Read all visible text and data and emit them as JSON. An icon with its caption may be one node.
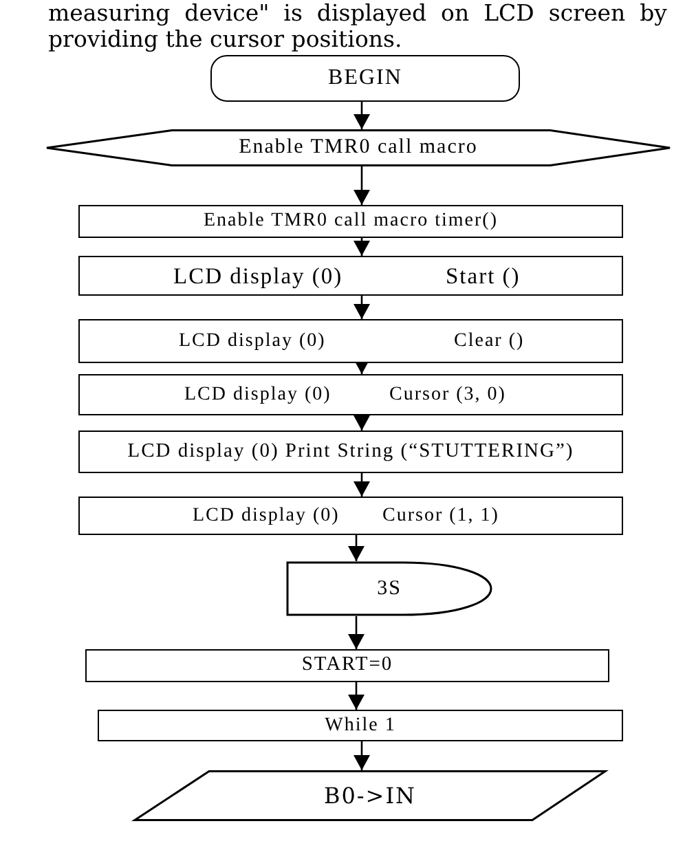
{
  "diagram": {
    "nodes": [
      {
        "text": [
          "BEGIN"
        ]
      },
      {
        "text": [
          "Enable TMR0 call macro"
        ]
      },
      {
        "text": [
          "Enable TMR0 call macro timer()"
        ]
      },
      {
        "text": [
          "LCD display (0)",
          "Start ()"
        ]
      },
      {
        "text": [
          "LCD display (0)",
          "Clear ()"
        ]
      },
      {
        "text": [
          "LCD display (0)",
          "Cursor (3, 0)"
        ]
      },
      {
        "text": [
          "LCD display (0) Print String (“STUTTERING”)"
        ]
      },
      {
        "text": [
          "LCD display (0)",
          "Cursor (1, 1)"
        ]
      },
      {
        "text": [
          "3S"
        ]
      },
      {
        "text": [
          "START=0"
        ]
      },
      {
        "text": [
          "While 1"
        ]
      },
      {
        "text": [
          "B0->IN"
        ]
      }
    ],
    "edges": [
      {
        "from": 0,
        "to": 1,
        "arrow": "to"
      },
      {
        "from": 1,
        "to": 2,
        "arrow": "to"
      },
      {
        "from": 2,
        "to": 3,
        "arrow": "to"
      },
      {
        "from": 3,
        "to": 4,
        "arrow": "to"
      },
      {
        "from": 4,
        "to": 5,
        "arrow": "to"
      },
      {
        "from": 5,
        "to": 6,
        "arrow": "to"
      },
      {
        "from": 6,
        "to": 7,
        "arrow": "to"
      },
      {
        "from": 7,
        "to": 8,
        "arrow": "to"
      },
      {
        "from": 8,
        "to": 9,
        "arrow": "to"
      },
      {
        "from": 9,
        "to": 10,
        "arrow": "to"
      },
      {
        "from": 10,
        "to": 11,
        "arrow": "to"
      }
    ],
    "labels": [
      "measuring device\" is displayed on LCD screen by providing the cursor positions."
    ]
  }
}
